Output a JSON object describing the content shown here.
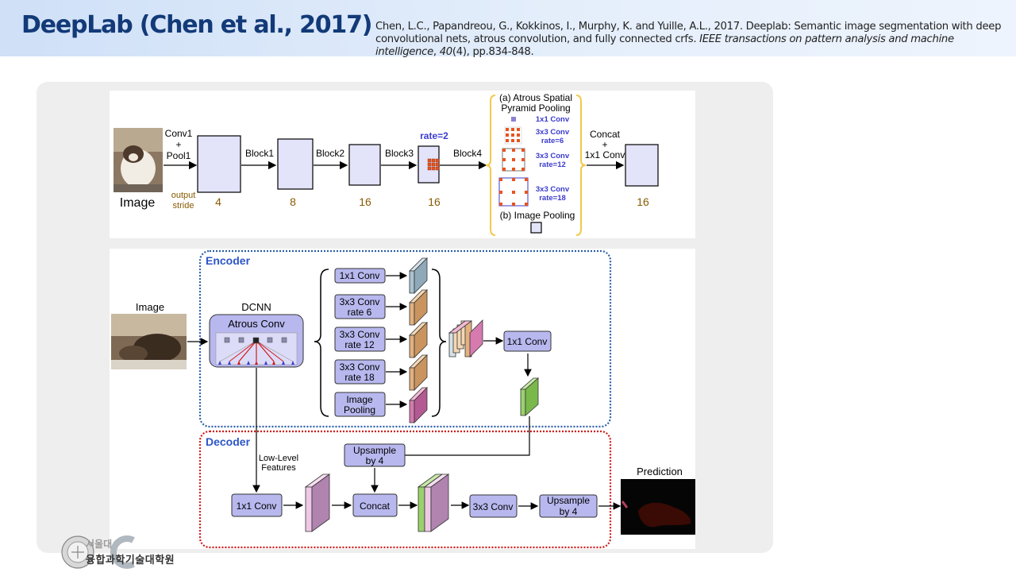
{
  "slide": {
    "title": "DeepLab (Chen et al., 2017)",
    "citation_plain": "Chen, L.C., Papandreou, G., Kokkinos, I., Murphy, K. and Yuille, A.L., 2017. Deeplab: Semantic image segmentation with deep convolutional nets, atrous convolution, and fully connected crfs. ",
    "citation_journal": "IEEE transactions on pattern analysis and machine intelligence",
    "citation_sep": ", ",
    "citation_volume": "40",
    "citation_tail": "(4), pp.834-848."
  },
  "top_figure": {
    "image_label": "Image",
    "conv1": "Conv1",
    "plus": "+",
    "pool1": "Pool1",
    "output": "output",
    "stride": "stride",
    "block1": "Block1",
    "block2": "Block2",
    "block3": "Block3",
    "block4": "Block4",
    "rate2": "rate=2",
    "stride_values": [
      "4",
      "8",
      "16",
      "16",
      "16"
    ],
    "aspp_title_1": "(a) Atrous Spatial",
    "aspp_title_2": "Pyramid Pooling",
    "aspp_conv1": "1x1 Conv",
    "aspp_r6_a": "3x3 Conv",
    "aspp_r6_b": "rate=6",
    "aspp_r12_a": "3x3 Conv",
    "aspp_r12_b": "rate=12",
    "aspp_r18_a": "3x3 Conv",
    "aspp_r18_b": "rate=18",
    "image_pooling": "(b) Image Pooling",
    "concat": "Concat",
    "concat_plus": "+",
    "concat_conv": "1x1 Conv"
  },
  "bottom_figure": {
    "encoder": "Encoder",
    "decoder": "Decoder",
    "image_label": "Image",
    "dcnn": "DCNN",
    "atrous_conv": "Atrous Conv",
    "aspp": [
      [
        "1x1 Conv"
      ],
      [
        "3x3 Conv",
        "rate 6"
      ],
      [
        "3x3 Conv",
        "rate 12"
      ],
      [
        "3x3 Conv",
        "rate 18"
      ],
      [
        "Image",
        "Pooling"
      ]
    ],
    "enc_conv": "1x1 Conv",
    "low_level_1": "Low-Level",
    "low_level_2": "Features",
    "upsample_1": "Upsample",
    "upsample_2": "by 4",
    "dec_conv1": "1x1 Conv",
    "concat": "Concat",
    "conv3": "3x3 Conv",
    "final_up_1": "Upsample",
    "final_up_2": "by 4",
    "prediction": "Prediction"
  },
  "logo": {
    "line1": "서울대",
    "line2": "융합과학기술대학원"
  },
  "colors": {
    "title": "#133a78",
    "stride": "#8a5a00",
    "aspp_label": "#3b3bcf",
    "aspp_bracket": "#f2c94c",
    "encoder_border": "#2c5fa8",
    "decoder_border": "#d01a1a",
    "block_fill": "#dcdcf8",
    "op_fill": "#b8b8ef"
  }
}
